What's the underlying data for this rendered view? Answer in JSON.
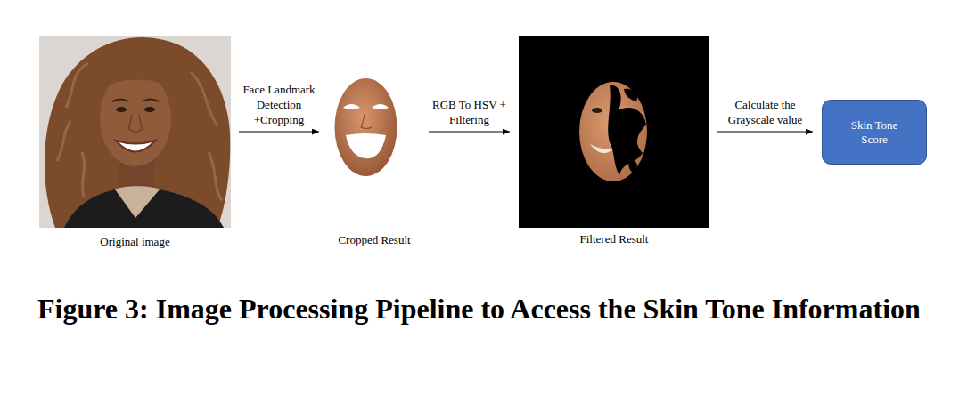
{
  "diagram": {
    "caption": "Figure 3: Image Processing Pipeline to Access the Skin Tone Information",
    "nodes": [
      {
        "text": [
          "Original image"
        ]
      },
      {
        "text": [
          "Cropped Result"
        ]
      },
      {
        "text": [
          "Filtered Result"
        ]
      },
      {
        "text": [
          "Skin Tone Score"
        ]
      }
    ],
    "edges": [
      {
        "from": 0,
        "to": 1,
        "label": "Face Landmark Detection +Cropping",
        "arrow": "to"
      },
      {
        "from": 1,
        "to": 2,
        "label": "RGB To HSV + Filtering",
        "arrow": "to"
      },
      {
        "from": 2,
        "to": 3,
        "label": "Calculate the Grayscale value",
        "arrow": "to"
      }
    ]
  }
}
